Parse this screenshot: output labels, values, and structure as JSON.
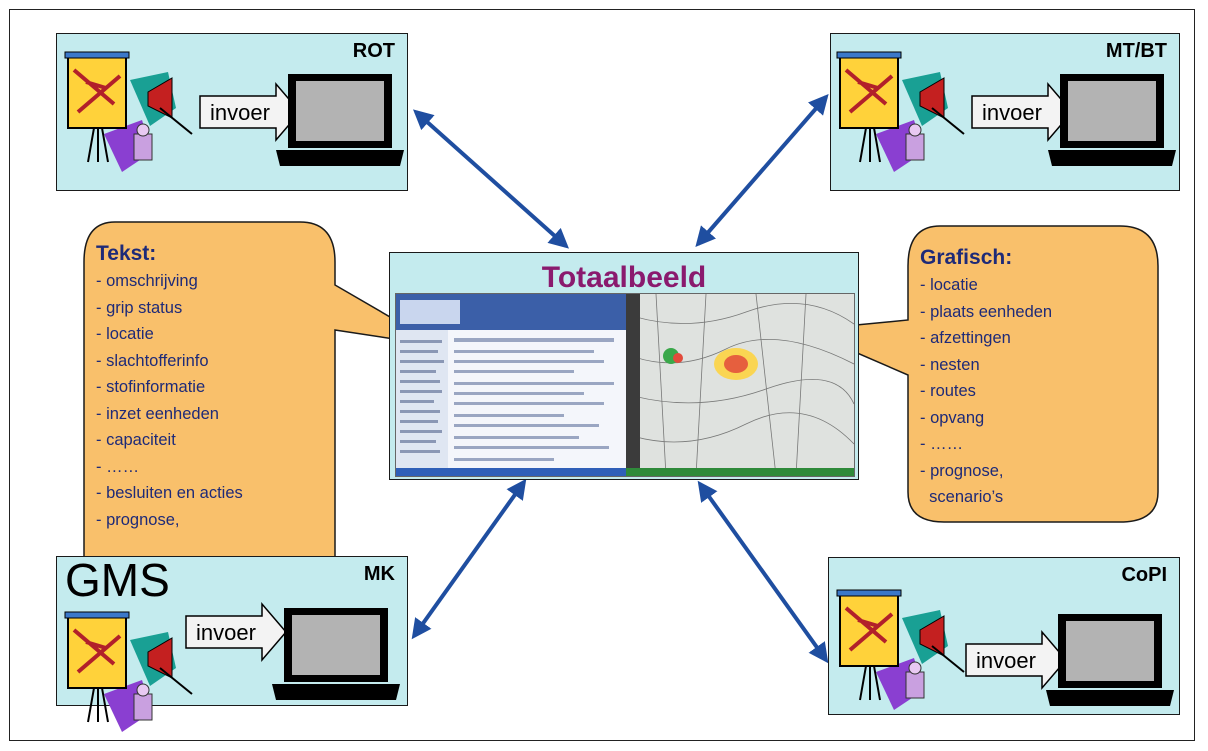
{
  "nodes": {
    "rot": {
      "label": "ROT",
      "invoer": "invoer"
    },
    "mtbt": {
      "label": "MT/BT",
      "invoer": "invoer"
    },
    "mk": {
      "label": "MK",
      "extra": "GMS",
      "invoer": "invoer"
    },
    "copi": {
      "label": "CoPI",
      "invoer": "invoer"
    }
  },
  "center": {
    "title": "Totaalbeeld"
  },
  "tekst": {
    "title": "Tekst:",
    "items": [
      "- omschrijving",
      "- grip status",
      "- locatie",
      "- slachtofferinfo",
      "- stofinformatie",
      "- inzet eenheden",
      "- capaciteit",
      "- ……",
      "- besluiten en acties",
      "- prognose,"
    ]
  },
  "grafisch": {
    "title": "Grafisch:",
    "items": [
      "- locatie",
      "- plaats eenheden",
      "- afzettingen",
      "- nesten",
      "- routes",
      "- opvang",
      "- ……",
      "- prognose,",
      "  scenario’s"
    ]
  },
  "colors": {
    "node_fill": "#c4ebee",
    "bubble_fill": "#f9c06b",
    "arrow": "#1f4ea0",
    "title": "#8a1a6e",
    "bubble_text": "#1e2a78"
  }
}
